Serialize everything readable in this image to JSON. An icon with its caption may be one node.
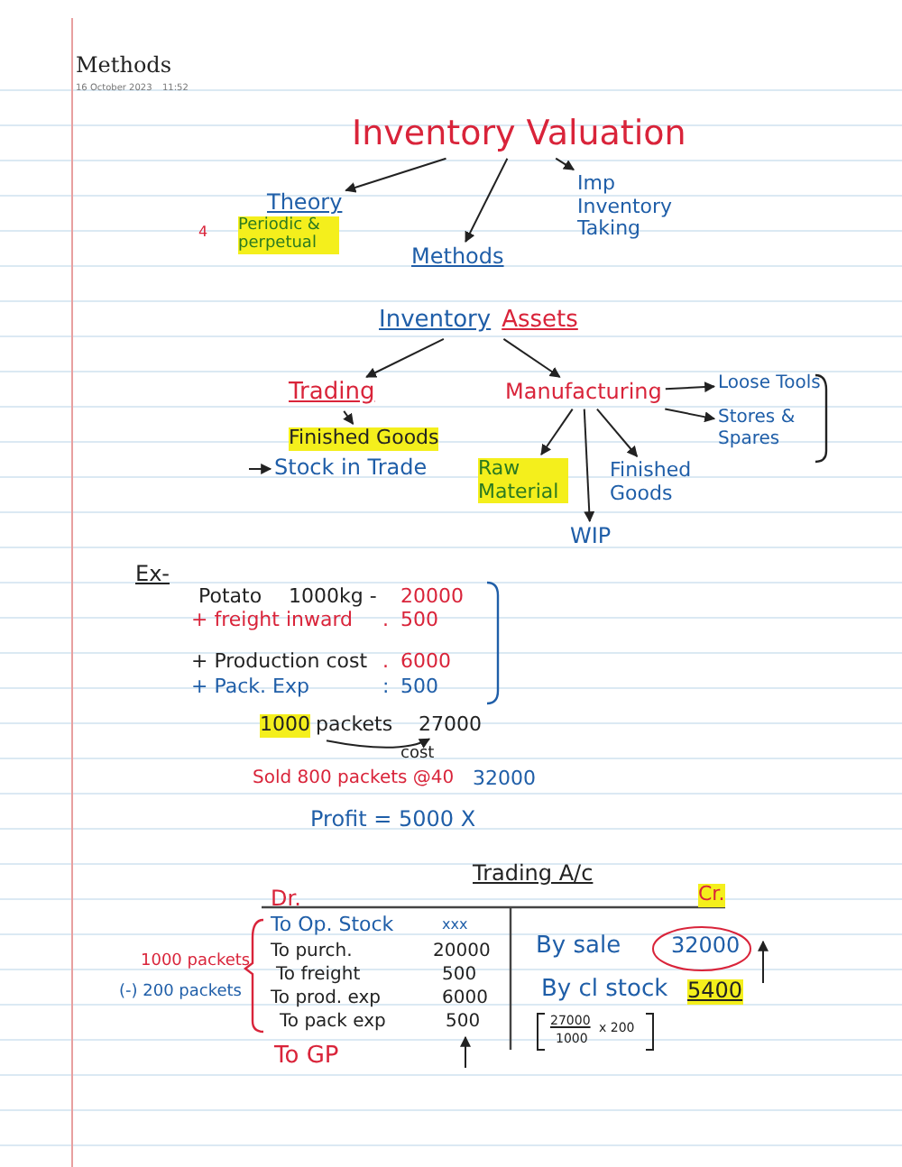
{
  "diagram": {
    "title": "Methods",
    "nodes": [
      {
        "text": [
          "Inventory Valuation"
        ]
      },
      {
        "text": [
          "Theory"
        ]
      },
      {
        "text": [
          "Methods"
        ]
      },
      {
        "text": [
          "Imp Inventory Taking"
        ]
      },
      {
        "text": [
          "Inventory",
          "Assets"
        ]
      },
      {
        "text": [
          "Trading"
        ]
      },
      {
        "text": [
          "Finished Goods"
        ]
      },
      {
        "text": [
          "Stock in Trade"
        ]
      },
      {
        "text": [
          "Manufacturing"
        ]
      },
      {
        "text": [
          "Loose Tools"
        ]
      },
      {
        "text": [
          "Stores & Spares"
        ]
      },
      {
        "text": [
          "Raw Material"
        ]
      },
      {
        "text": [
          "Finished Goods"
        ]
      },
      {
        "text": [
          "WIP"
        ]
      },
      {
        "text": [
          "packets"
        ]
      },
      {
        "text": [
          "27000"
        ]
      }
    ],
    "edges": [
      {
        "from": 0,
        "to": 1,
        "arrow": "to"
      },
      {
        "from": 0,
        "to": 2,
        "arrow": "to"
      },
      {
        "from": 0,
        "to": 3,
        "arrow": "to"
      },
      {
        "from": 4,
        "to": 5,
        "arrow": "to"
      },
      {
        "from": 4,
        "to": 8,
        "arrow": "to"
      },
      {
        "from": 5,
        "to": 6,
        "arrow": "to"
      },
      {
        "from": null,
        "to": 7,
        "arrow": "to"
      },
      {
        "from": 8,
        "to": 9,
        "arrow": "to"
      },
      {
        "from": 8,
        "to": 10,
        "arrow": "to"
      },
      {
        "from": 8,
        "to": 11,
        "arrow": "to"
      },
      {
        "from": 8,
        "to": 13,
        "arrow": "to"
      },
      {
        "from": 8,
        "to": 12,
        "arrow": "to"
      },
      {
        "from": 14,
        "to": 15,
        "arrow": "to",
        "label": "cost"
      }
    ],
    "labels": [
      "16 October 2023",
      "11:52",
      "4",
      "Periodic & perpetual",
      "Ex-",
      "Potato",
      "1000kg -",
      "20000",
      "+ freight inward",
      ".",
      "500",
      "+ Production cost",
      ".",
      "6000",
      "+ Pack. Exp",
      ":",
      "500",
      "1000",
      "Sold 800 packets @40",
      "32000",
      "Profit = 5000 X",
      "Trading A/c",
      "Dr.",
      "Cr.",
      "To Op. Stock",
      "xxx",
      "To purch.",
      "20000",
      "1000 packets",
      "To freight",
      "500",
      "(-) 200 packets",
      "To prod. exp",
      "6000",
      "To pack exp",
      "500",
      "By sale",
      "32000",
      "By cl stock",
      "5400",
      "27000",
      "1000",
      "x 200",
      "To GP"
    ]
  }
}
